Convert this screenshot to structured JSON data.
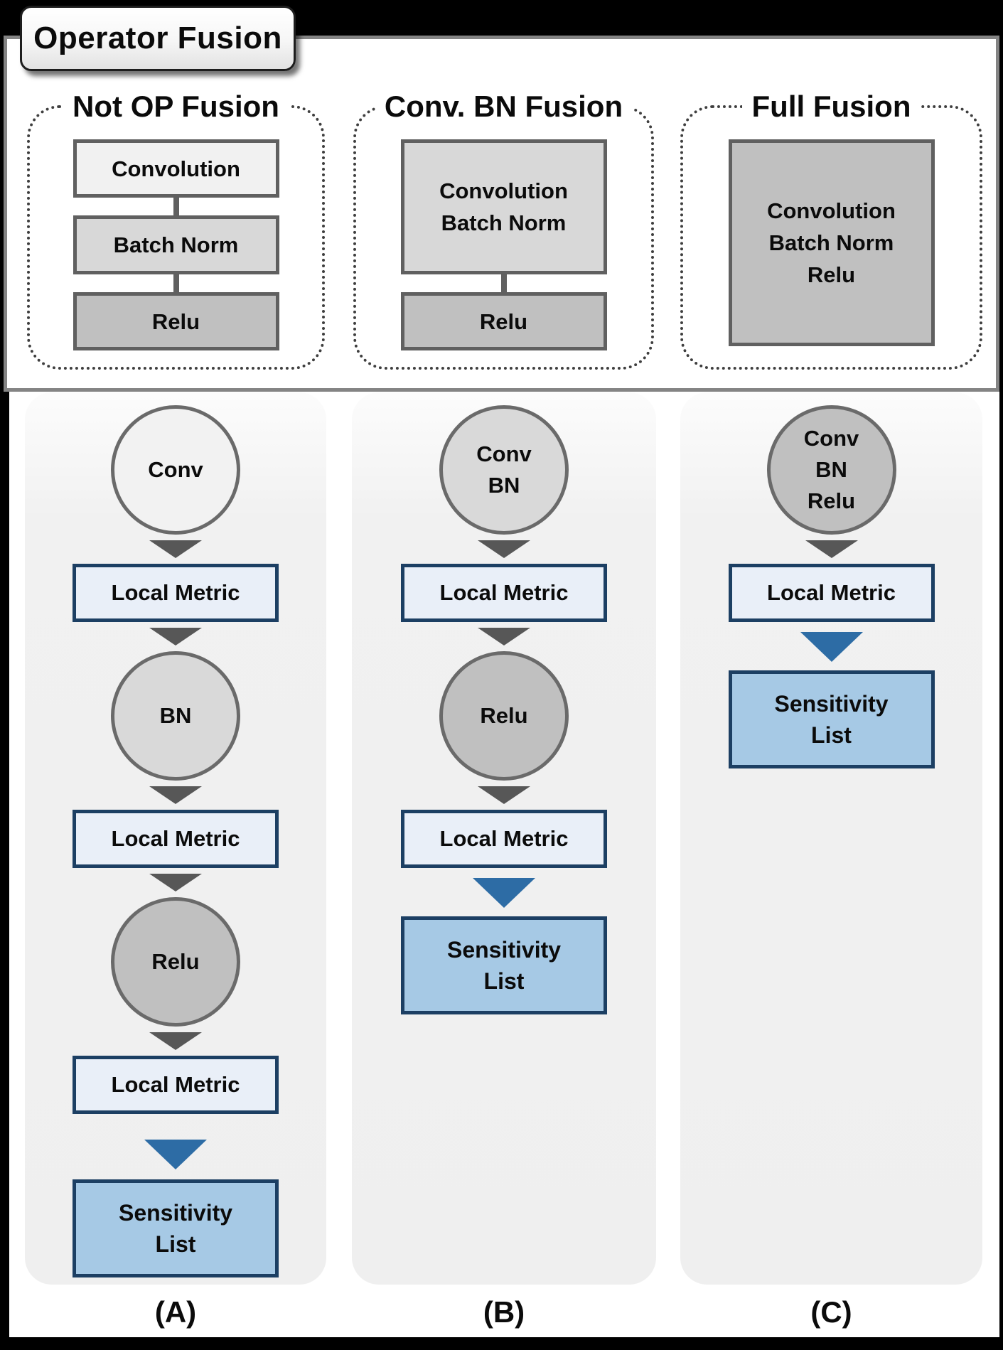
{
  "figure": {
    "tab_title": "Operator Fusion"
  },
  "top_panels": [
    {
      "title": "Not OP Fusion",
      "boxes": [
        {
          "label": "Convolution",
          "shade": "light"
        },
        {
          "label": "Batch Norm",
          "shade": "mid"
        },
        {
          "label": "Relu",
          "shade": "dark"
        }
      ]
    },
    {
      "title": "Conv. BN Fusion",
      "boxes": [
        {
          "label": "Convolution\nBatch Norm",
          "shade": "mid"
        },
        {
          "label": "Relu",
          "shade": "dark"
        }
      ]
    },
    {
      "title": "Full Fusion",
      "boxes": [
        {
          "label": "Convolution\nBatch Norm\nRelu",
          "shade": "dark"
        }
      ]
    }
  ],
  "pipelines": [
    {
      "label": "(A)",
      "steps": [
        {
          "kind": "circle",
          "shade": "light",
          "text": "Conv"
        },
        {
          "kind": "gray-arrow"
        },
        {
          "kind": "metric",
          "text": "Local Metric"
        },
        {
          "kind": "gray-arrow"
        },
        {
          "kind": "circle",
          "shade": "mid",
          "text": "BN"
        },
        {
          "kind": "gray-arrow"
        },
        {
          "kind": "metric",
          "text": "Local Metric"
        },
        {
          "kind": "gray-arrow"
        },
        {
          "kind": "circle",
          "shade": "dark",
          "text": "Relu"
        },
        {
          "kind": "gray-arrow"
        },
        {
          "kind": "metric",
          "text": "Local Metric"
        },
        {
          "kind": "blue-arrow"
        },
        {
          "kind": "sensitivity",
          "text": "Sensitivity\nList"
        }
      ]
    },
    {
      "label": "(B)",
      "steps": [
        {
          "kind": "circle",
          "shade": "mid",
          "text": "Conv\nBN"
        },
        {
          "kind": "gray-arrow"
        },
        {
          "kind": "metric",
          "text": "Local Metric"
        },
        {
          "kind": "gray-arrow"
        },
        {
          "kind": "circle",
          "shade": "dark",
          "text": "Relu"
        },
        {
          "kind": "gray-arrow"
        },
        {
          "kind": "metric",
          "text": "Local Metric"
        },
        {
          "kind": "blue-arrow"
        },
        {
          "kind": "sensitivity",
          "text": "Sensitivity\nList"
        }
      ]
    },
    {
      "label": "(C)",
      "steps": [
        {
          "kind": "circle",
          "shade": "dark",
          "text": "Conv\nBN\nRelu"
        },
        {
          "kind": "gray-arrow"
        },
        {
          "kind": "metric",
          "text": "Local Metric"
        },
        {
          "kind": "blue-arrow"
        },
        {
          "kind": "sensitivity",
          "text": "Sensitivity\nList"
        }
      ]
    }
  ],
  "colors": {
    "accent_blue_arrow": "#2d6ca5",
    "metric_box_fill": "#e9eff8",
    "metric_box_border": "#1c3f63",
    "sensitivity_fill": "#a6c9e5",
    "node_light": "#f2f2f2",
    "node_mid": "#d9d9d9",
    "node_dark": "#c0c0c0",
    "panel_border_gray": "#848484",
    "dotted_border": "#3f3f3f"
  }
}
